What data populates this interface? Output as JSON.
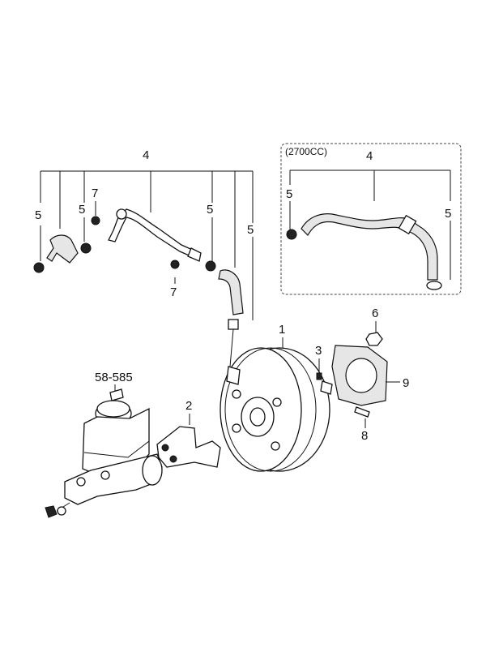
{
  "diagram": {
    "callouts": {
      "c4_main": "4",
      "c5_a": "5",
      "c5_b": "5",
      "c7_top": "7",
      "c5_c": "5",
      "c5_d": "5",
      "c7_bottom": "7",
      "c1": "1",
      "c3": "3",
      "c6": "6",
      "c9": "9",
      "c8": "8",
      "c2": "2",
      "c58": "58-585"
    },
    "inset": {
      "title": "(2700CC)",
      "c4": "4",
      "c5_left": "5",
      "c5_right": "5"
    }
  }
}
